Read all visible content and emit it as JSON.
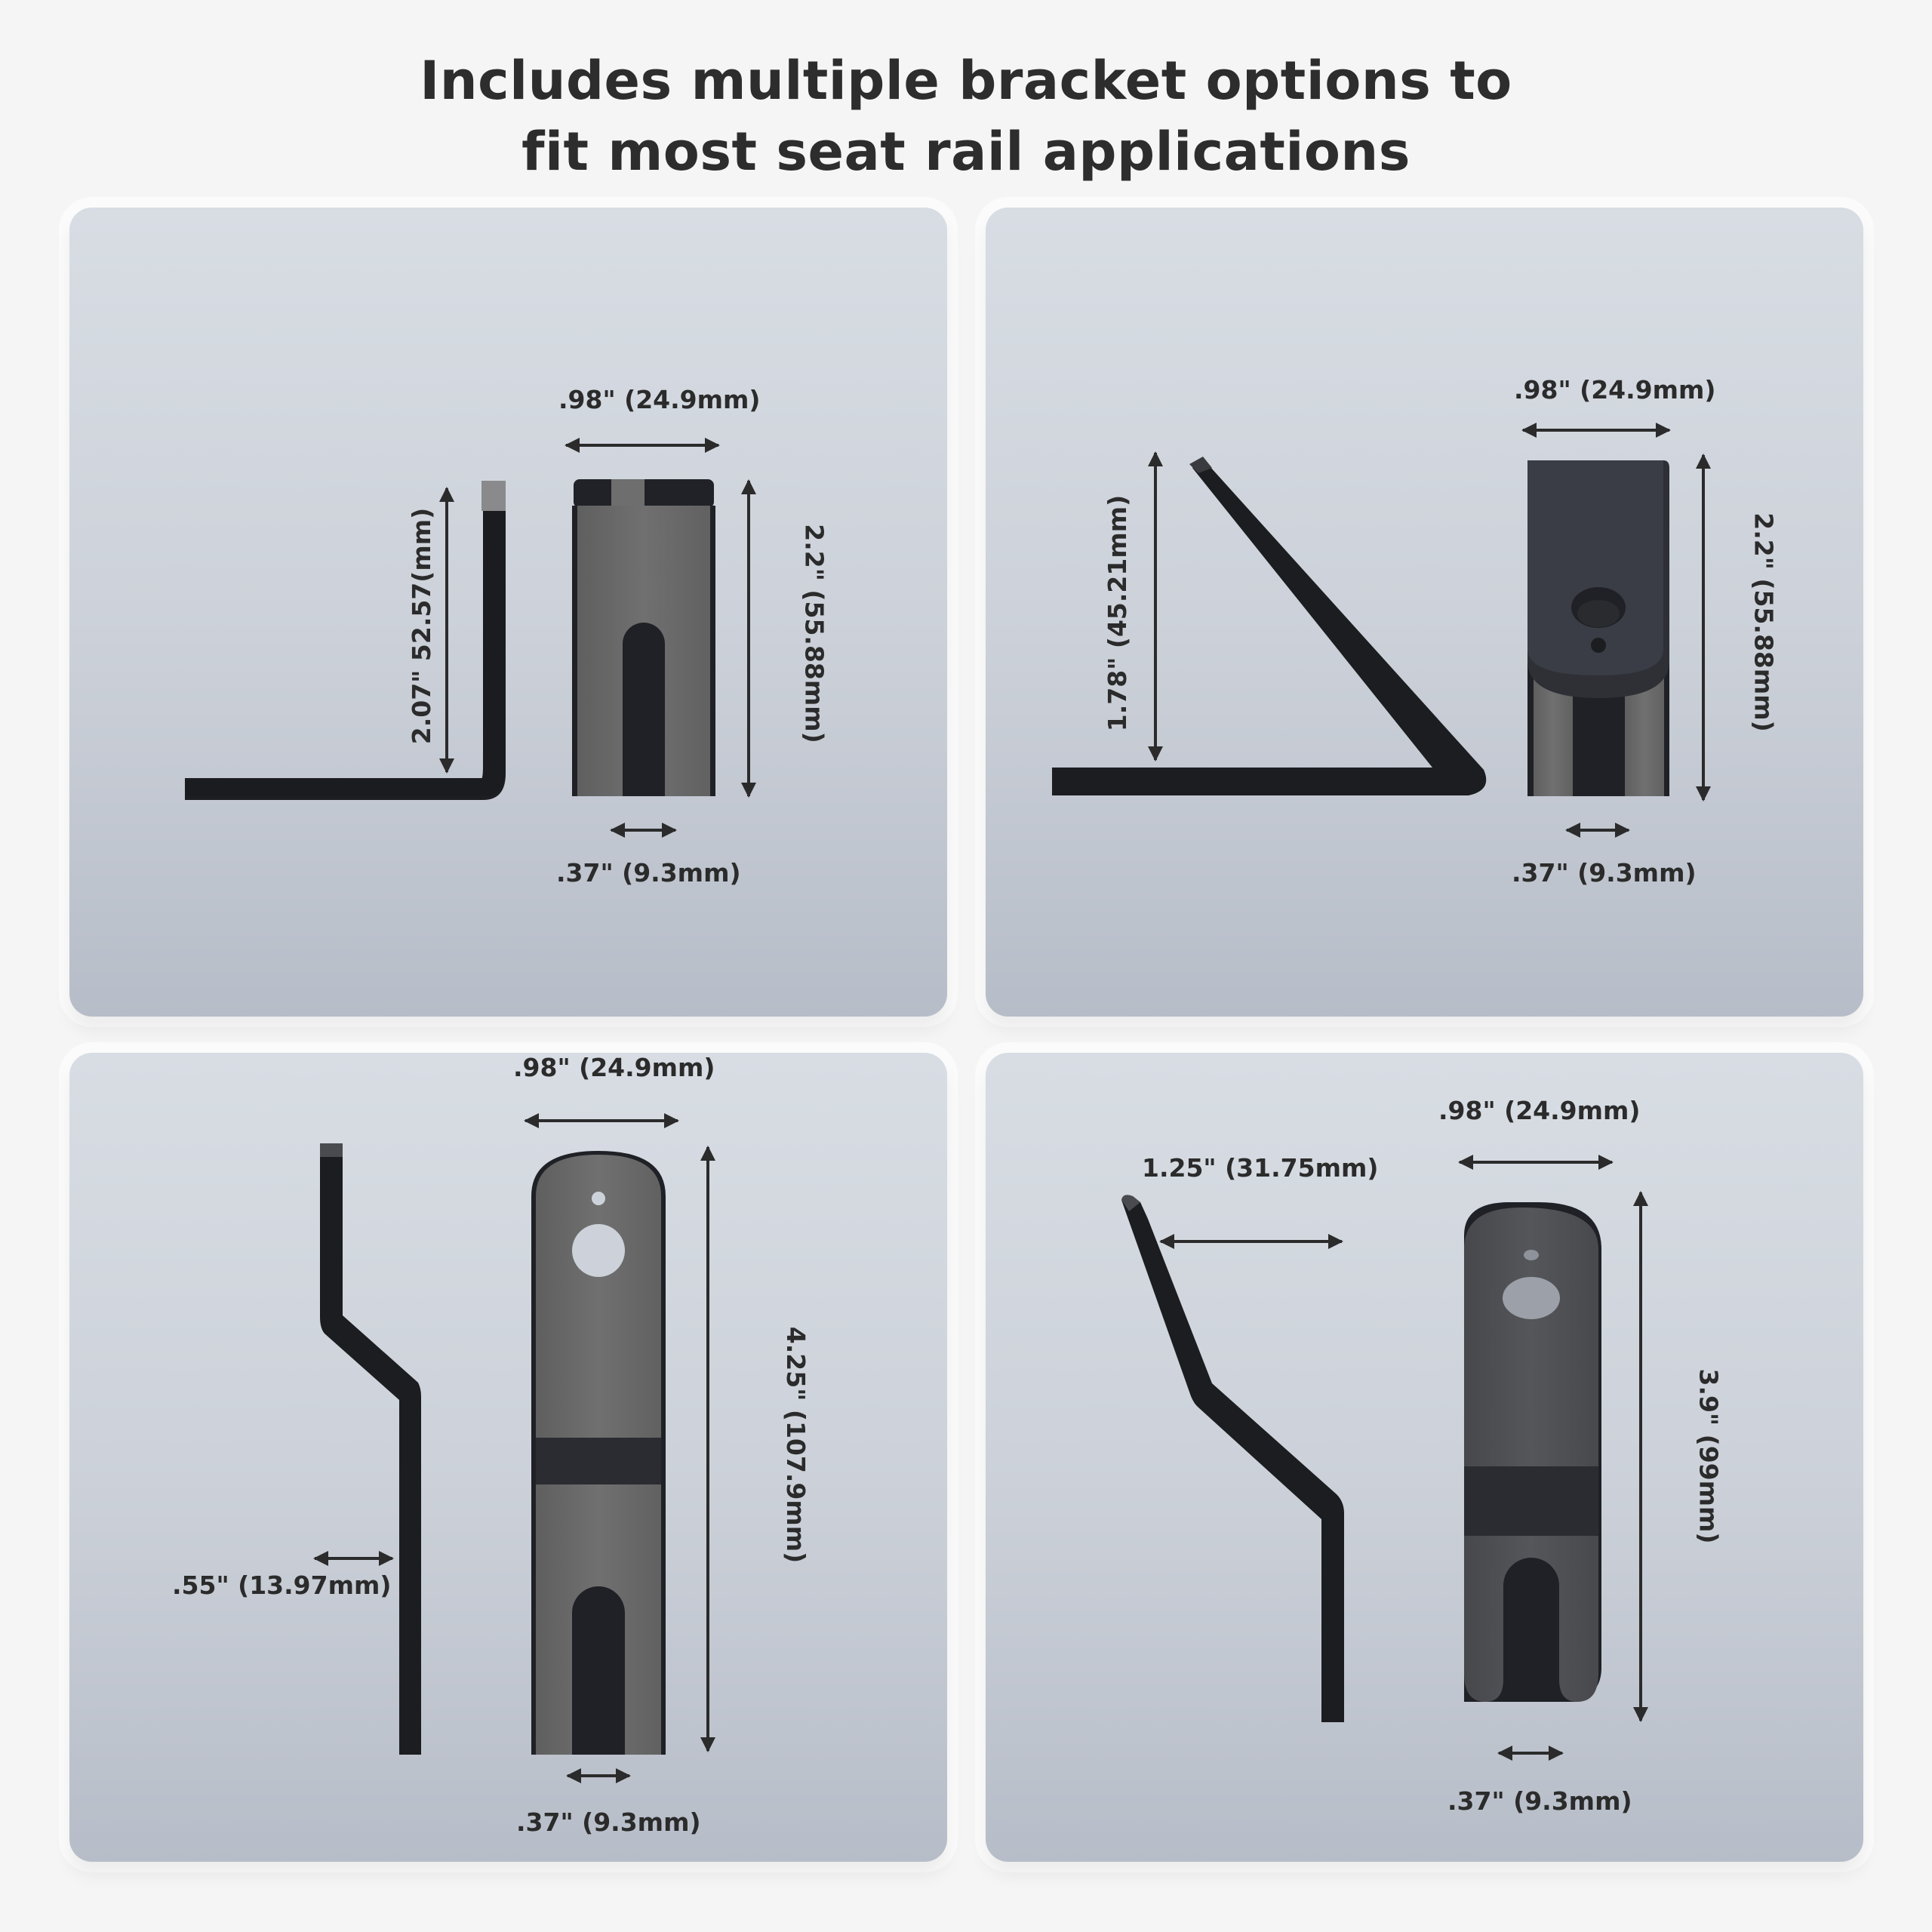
{
  "title": {
    "line1": "Includes multiple bracket options to",
    "line2": "fit most seat rail applications"
  },
  "colors": {
    "background": "#f5f5f5",
    "panel_top": "#d8dde4",
    "panel_bottom": "#b7bdc8",
    "text": "#2b2b2b",
    "bracket_dark": "#2a2c31",
    "bracket_gray": "#6b6b6b"
  },
  "panels": [
    {
      "id": "straight-l-bracket",
      "profile": "L-shaped (90° bend)",
      "dimensions": {
        "side_height": "2.07\" 52.57(mm)",
        "width": ".98\" (24.9mm)",
        "height": "2.2\" (55.88mm)",
        "slot": ".37\" (9.3mm)"
      }
    },
    {
      "id": "angled-bracket",
      "profile": "angled (~45° bend)",
      "dimensions": {
        "side_height": "1.78\" (45.21mm)",
        "width": ".98\" (24.9mm)",
        "height": "2.2\" (55.88mm)",
        "slot": ".37\" (9.3mm)"
      }
    },
    {
      "id": "offset-bracket",
      "profile": "Z offset",
      "dimensions": {
        "offset": ".55\" (13.97mm)",
        "width": ".98\" (24.9mm)",
        "height": "4.25\" (107.9mm)",
        "slot": ".37\" (9.3mm)"
      }
    },
    {
      "id": "angled-offset-bracket",
      "profile": "angled Z offset",
      "dimensions": {
        "offset": "1.25\" (31.75mm)",
        "width": ".98\" (24.9mm)",
        "height": "3.9\" (99mm)",
        "slot": ".37\" (9.3mm)"
      }
    }
  ]
}
